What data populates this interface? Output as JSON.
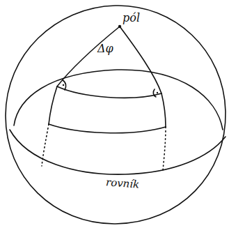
{
  "diagram": {
    "labels": [
      "pól",
      "Δφ",
      "rovník"
    ]
  }
}
